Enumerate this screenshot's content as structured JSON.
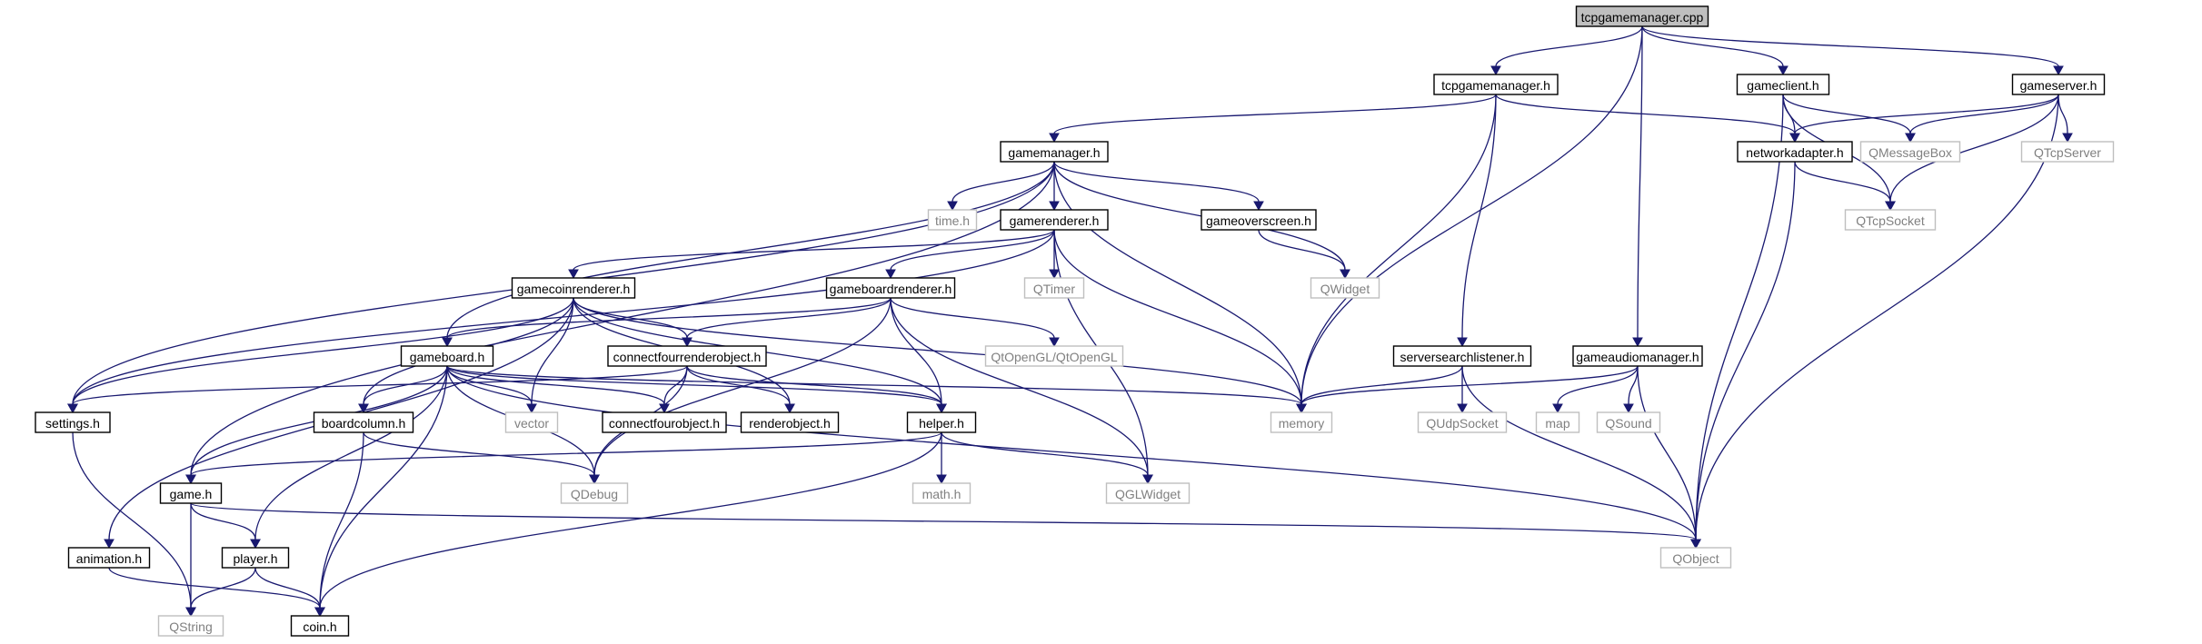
{
  "nodes": [
    {
      "id": "tcpgamemanager_cpp",
      "label": "tcpgamemanager.cpp",
      "kind": "root"
    },
    {
      "id": "tcpgamemanager_h",
      "label": "tcpgamemanager.h",
      "kind": "file"
    },
    {
      "id": "gameclient_h",
      "label": "gameclient.h",
      "kind": "file"
    },
    {
      "id": "gameserver_h",
      "label": "gameserver.h",
      "kind": "file"
    },
    {
      "id": "gamemanager_h",
      "label": "gamemanager.h",
      "kind": "file"
    },
    {
      "id": "networkadapter_h",
      "label": "networkadapter.h",
      "kind": "file"
    },
    {
      "id": "QMessageBox",
      "label": "QMessageBox",
      "kind": "external"
    },
    {
      "id": "QTcpServer",
      "label": "QTcpServer",
      "kind": "external"
    },
    {
      "id": "time_h",
      "label": "time.h",
      "kind": "external"
    },
    {
      "id": "gamerenderer_h",
      "label": "gamerenderer.h",
      "kind": "file"
    },
    {
      "id": "gameoverscreen_h",
      "label": "gameoverscreen.h",
      "kind": "file"
    },
    {
      "id": "QTcpSocket",
      "label": "QTcpSocket",
      "kind": "external"
    },
    {
      "id": "QWidget",
      "label": "QWidget",
      "kind": "external"
    },
    {
      "id": "gamecoinrenderer_h",
      "label": "gamecoinrenderer.h",
      "kind": "file"
    },
    {
      "id": "gameboardrenderer_h",
      "label": "gameboardrenderer.h",
      "kind": "file"
    },
    {
      "id": "QTimer",
      "label": "QTimer",
      "kind": "external"
    },
    {
      "id": "gameboard_h",
      "label": "gameboard.h",
      "kind": "file"
    },
    {
      "id": "connectfourrenderobject_h",
      "label": "connectfourrenderobject.h",
      "kind": "file"
    },
    {
      "id": "QtOpenGL",
      "label": "QtOpenGL/QtOpenGL",
      "kind": "external"
    },
    {
      "id": "serversearchlistener_h",
      "label": "serversearchlistener.h",
      "kind": "file"
    },
    {
      "id": "gameaudiomanager_h",
      "label": "gameaudiomanager.h",
      "kind": "file"
    },
    {
      "id": "settings_h",
      "label": "settings.h",
      "kind": "file"
    },
    {
      "id": "boardcolumn_h",
      "label": "boardcolumn.h",
      "kind": "file"
    },
    {
      "id": "vector",
      "label": "vector",
      "kind": "external"
    },
    {
      "id": "connectfourobject_h",
      "label": "connectfourobject.h",
      "kind": "file"
    },
    {
      "id": "renderobject_h",
      "label": "renderobject.h",
      "kind": "file"
    },
    {
      "id": "helper_h",
      "label": "helper.h",
      "kind": "file"
    },
    {
      "id": "memory",
      "label": "memory",
      "kind": "external"
    },
    {
      "id": "QUdpSocket",
      "label": "QUdpSocket",
      "kind": "external"
    },
    {
      "id": "map",
      "label": "map",
      "kind": "external"
    },
    {
      "id": "QSound",
      "label": "QSound",
      "kind": "external"
    },
    {
      "id": "game_h",
      "label": "game.h",
      "kind": "file"
    },
    {
      "id": "QDebug",
      "label": "QDebug",
      "kind": "external"
    },
    {
      "id": "math_h",
      "label": "math.h",
      "kind": "external"
    },
    {
      "id": "QGLWidget",
      "label": "QGLWidget",
      "kind": "external"
    },
    {
      "id": "animation_h",
      "label": "animation.h",
      "kind": "file"
    },
    {
      "id": "player_h",
      "label": "player.h",
      "kind": "file"
    },
    {
      "id": "QObject",
      "label": "QObject",
      "kind": "external"
    },
    {
      "id": "QString",
      "label": "QString",
      "kind": "external"
    },
    {
      "id": "coin_h",
      "label": "coin.h",
      "kind": "file"
    }
  ],
  "edges": [
    [
      "tcpgamemanager_cpp",
      "tcpgamemanager_h"
    ],
    [
      "tcpgamemanager_cpp",
      "gameclient_h"
    ],
    [
      "tcpgamemanager_cpp",
      "gameserver_h"
    ],
    [
      "tcpgamemanager_cpp",
      "memory"
    ],
    [
      "tcpgamemanager_cpp",
      "gameaudiomanager_h"
    ],
    [
      "tcpgamemanager_h",
      "gamemanager_h"
    ],
    [
      "tcpgamemanager_h",
      "networkadapter_h"
    ],
    [
      "tcpgamemanager_h",
      "memory"
    ],
    [
      "tcpgamemanager_h",
      "serversearchlistener_h"
    ],
    [
      "gameclient_h",
      "networkadapter_h"
    ],
    [
      "gameclient_h",
      "QMessageBox"
    ],
    [
      "gameclient_h",
      "QTcpSocket"
    ],
    [
      "gameclient_h",
      "QObject"
    ],
    [
      "gameserver_h",
      "networkadapter_h"
    ],
    [
      "gameserver_h",
      "QMessageBox"
    ],
    [
      "gameserver_h",
      "QTcpServer"
    ],
    [
      "gameserver_h",
      "QTcpSocket"
    ],
    [
      "gameserver_h",
      "QObject"
    ],
    [
      "networkadapter_h",
      "QTcpSocket"
    ],
    [
      "networkadapter_h",
      "QObject"
    ],
    [
      "gamemanager_h",
      "time_h"
    ],
    [
      "gamemanager_h",
      "gamerenderer_h"
    ],
    [
      "gamemanager_h",
      "gameoverscreen_h"
    ],
    [
      "gamemanager_h",
      "QWidget"
    ],
    [
      "gamemanager_h",
      "memory"
    ],
    [
      "gamemanager_h",
      "settings_h"
    ],
    [
      "gamemanager_h",
      "gameboard_h"
    ],
    [
      "gamemanager_h",
      "game_h"
    ],
    [
      "gameoverscreen_h",
      "QWidget"
    ],
    [
      "gamerenderer_h",
      "gamecoinrenderer_h"
    ],
    [
      "gamerenderer_h",
      "gameboardrenderer_h"
    ],
    [
      "gamerenderer_h",
      "QTimer"
    ],
    [
      "gamerenderer_h",
      "QGLWidget"
    ],
    [
      "gamerenderer_h",
      "memory"
    ],
    [
      "gamerenderer_h",
      "settings_h"
    ],
    [
      "gamecoinrenderer_h",
      "connectfourrenderobject_h"
    ],
    [
      "gamecoinrenderer_h",
      "helper_h"
    ],
    [
      "gamecoinrenderer_h",
      "memory"
    ],
    [
      "gamecoinrenderer_h",
      "vector"
    ],
    [
      "gamecoinrenderer_h",
      "boardcolumn_h"
    ],
    [
      "gamecoinrenderer_h",
      "settings_h"
    ],
    [
      "gamecoinrenderer_h",
      "animation_h"
    ],
    [
      "gamecoinrenderer_h",
      "renderobject_h"
    ],
    [
      "gameboardrenderer_h",
      "gameboard_h"
    ],
    [
      "gameboardrenderer_h",
      "connectfourrenderobject_h"
    ],
    [
      "gameboardrenderer_h",
      "QtOpenGL"
    ],
    [
      "gameboardrenderer_h",
      "QGLWidget"
    ],
    [
      "gameboardrenderer_h",
      "helper_h"
    ],
    [
      "gameboardrenderer_h",
      "QDebug"
    ],
    [
      "connectfourrenderobject_h",
      "connectfourobject_h"
    ],
    [
      "connectfourrenderobject_h",
      "renderobject_h"
    ],
    [
      "connectfourrenderobject_h",
      "helper_h"
    ],
    [
      "connectfourrenderobject_h",
      "settings_h"
    ],
    [
      "connectfourrenderobject_h",
      "QDebug"
    ],
    [
      "gameboard_h",
      "boardcolumn_h"
    ],
    [
      "gameboard_h",
      "vector"
    ],
    [
      "gameboard_h",
      "connectfourobject_h"
    ],
    [
      "gameboard_h",
      "helper_h"
    ],
    [
      "gameboard_h",
      "memory"
    ],
    [
      "gameboard_h",
      "QDebug"
    ],
    [
      "gameboard_h",
      "game_h"
    ],
    [
      "gameboard_h",
      "player_h"
    ],
    [
      "gameboard_h",
      "coin_h"
    ],
    [
      "gameboard_h",
      "QObject"
    ],
    [
      "boardcolumn_h",
      "QDebug"
    ],
    [
      "boardcolumn_h",
      "coin_h"
    ],
    [
      "helper_h",
      "game_h"
    ],
    [
      "helper_h",
      "math_h"
    ],
    [
      "helper_h",
      "QGLWidget"
    ],
    [
      "helper_h",
      "coin_h"
    ],
    [
      "serversearchlistener_h",
      "memory"
    ],
    [
      "serversearchlistener_h",
      "QUdpSocket"
    ],
    [
      "serversearchlistener_h",
      "QObject"
    ],
    [
      "gameaudiomanager_h",
      "memory"
    ],
    [
      "gameaudiomanager_h",
      "map"
    ],
    [
      "gameaudiomanager_h",
      "QSound"
    ],
    [
      "gameaudiomanager_h",
      "QObject"
    ],
    [
      "settings_h",
      "QString"
    ],
    [
      "game_h",
      "player_h"
    ],
    [
      "game_h",
      "QString"
    ],
    [
      "game_h",
      "QObject"
    ],
    [
      "player_h",
      "QString"
    ],
    [
      "player_h",
      "coin_h"
    ],
    [
      "animation_h",
      "coin_h"
    ]
  ]
}
